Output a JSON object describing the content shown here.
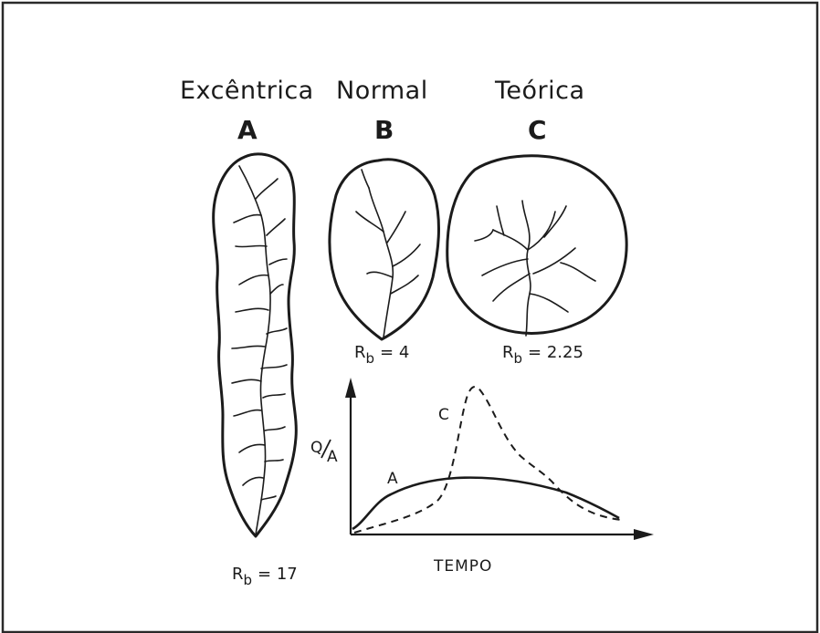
{
  "headings": {
    "eccentric": "Excêntrica",
    "normal": "Normal",
    "theoretical": "Teórica"
  },
  "letters": {
    "a": "A",
    "b": "B",
    "c": "C"
  },
  "basins": {
    "a": {
      "rb_symbol": "R",
      "rb_sub": "b",
      "rb_value": "= 17"
    },
    "b": {
      "rb_symbol": "R",
      "rb_sub": "b",
      "rb_value": "= 4"
    },
    "c": {
      "rb_symbol": "R",
      "rb_sub": "b",
      "rb_value": "= 2.25"
    }
  },
  "graph": {
    "y_label_q": "Q",
    "y_label_a": "A",
    "x_label": "TEMPO",
    "curve_a_label": "A",
    "curve_c_label": "C"
  }
}
